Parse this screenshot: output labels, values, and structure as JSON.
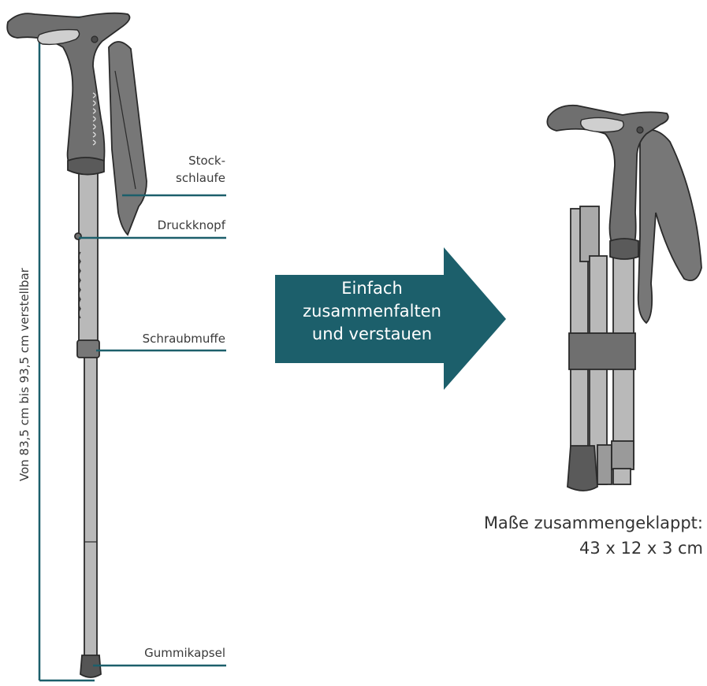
{
  "colors": {
    "teal": "#1c5f6b",
    "grip": "#6f6f6f",
    "shaft": "#b9b9b9",
    "outline": "#2a2a2a",
    "ground_line": "#1c5f6b"
  },
  "left_stick": {
    "height_label": "Von 83,5 cm bis 93,5 cm verstellbar",
    "callouts": [
      {
        "id": "stockschlaufe",
        "lines": [
          "Stock-",
          "schlaufe"
        ]
      },
      {
        "id": "druckknopf",
        "lines": [
          "Druckknopf"
        ]
      },
      {
        "id": "schraubmuffe",
        "lines": [
          "Schraubmuffe"
        ]
      },
      {
        "id": "gummikapsel",
        "lines": [
          "Gummikapsel"
        ]
      }
    ]
  },
  "arrow": {
    "lines": [
      "Einfach",
      "zusammenfalten",
      "und verstauen"
    ]
  },
  "folded": {
    "dimensions": [
      "Maße zusammengeklappt:",
      "43 x 12 x 3 cm"
    ]
  }
}
